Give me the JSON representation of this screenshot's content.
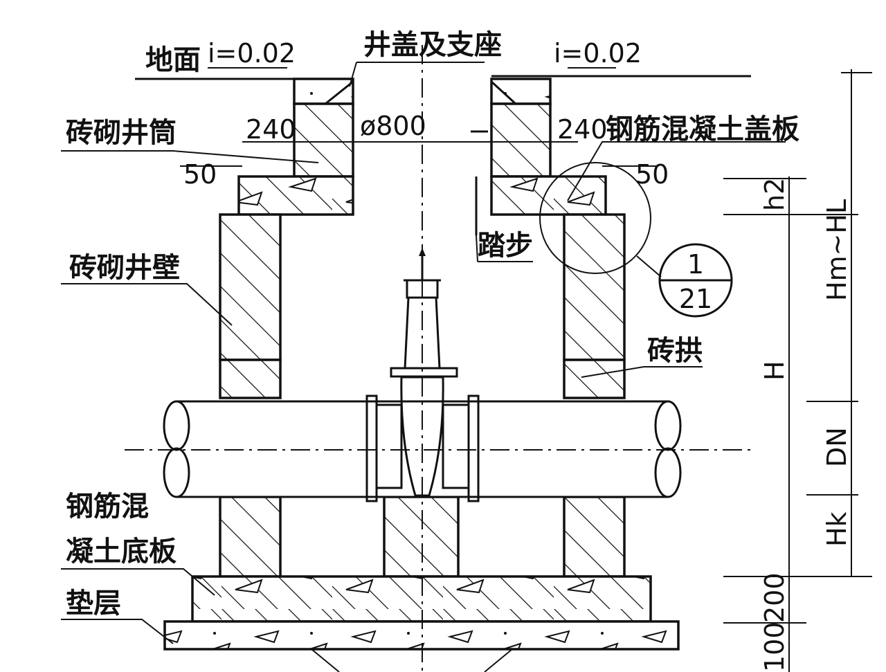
{
  "labels": {
    "ground": "地面",
    "slope_left": "i=0.02",
    "slope_right": "i=0.02",
    "cover_support": "井盖及支座",
    "brick_shaft": "砖砌井筒",
    "rc_cover_slab": "钢筋混凝土盖板",
    "brick_wall": "砖砌井壁",
    "step": "踏步",
    "brick_arch": "砖拱",
    "rc_base_slab_line1": "钢筋混",
    "rc_base_slab_line2": "凝土底板",
    "cushion": "垫层"
  },
  "dimensions": {
    "shaft_wall_left": "240",
    "shaft_diameter": "ø800",
    "shaft_wall_right": "240",
    "offset_left": "50",
    "offset_right": "50",
    "h2": "h2",
    "hm_hl": "Hm~HL",
    "h": "H",
    "dn": "DN",
    "hk": "Hk",
    "base_200": "200",
    "base_100": "100"
  },
  "detail_callout": {
    "top": "1",
    "bottom": "21"
  }
}
